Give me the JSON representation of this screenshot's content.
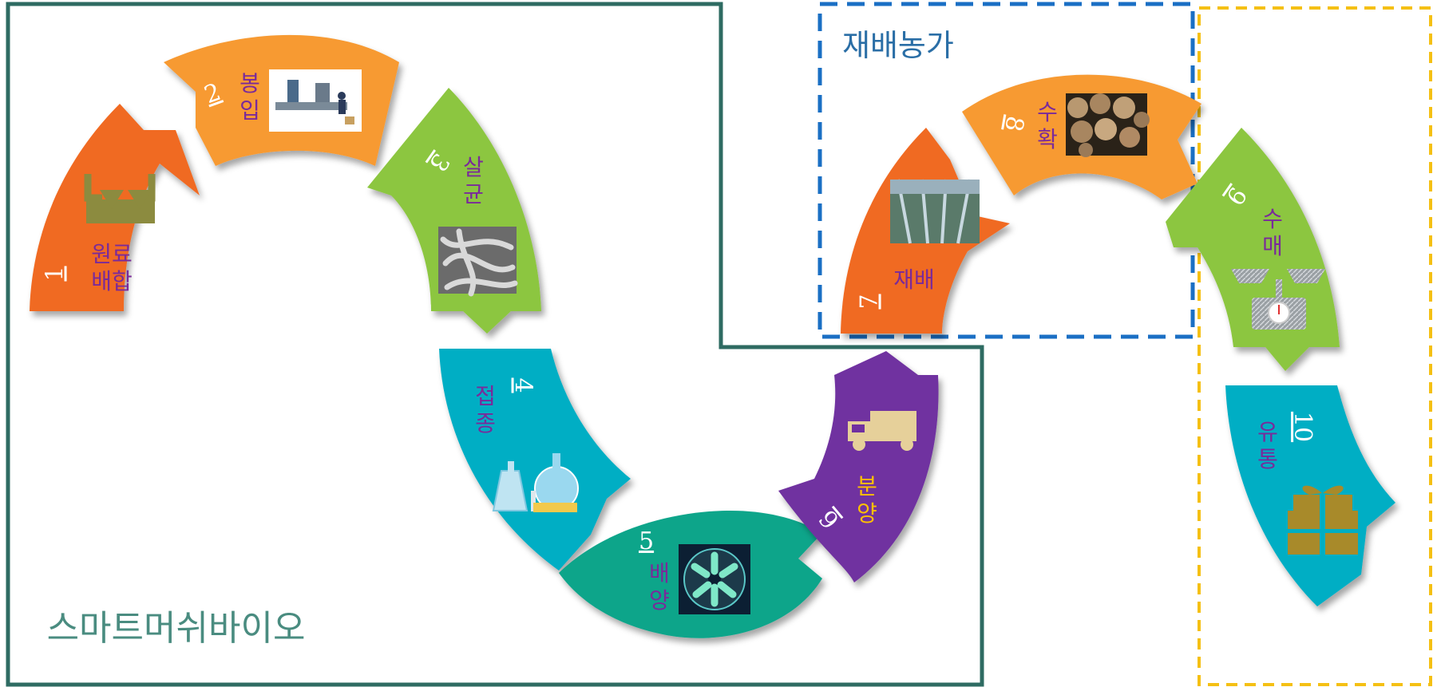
{
  "colors": {
    "company_box": "#2e6b62",
    "farm_box": "#1a6fc4",
    "market_box": "#f5c014",
    "orange_dark": "#f06a22",
    "orange_light": "#f79a33",
    "green": "#8cc63f",
    "teal_blue": "#00aec4",
    "teal_green": "#0aa58a",
    "purple": "#7030a0",
    "label_purple": "#7a2a9a",
    "label_yellow": "#ffc000",
    "title_green": "#4a8c80",
    "title_blue": "#2a6ea6"
  },
  "groups": {
    "company_label": "스마트머쉬바이오",
    "farm_label": "재배농가"
  },
  "steps": [
    {
      "number": "1",
      "label_lines": [
        "원료",
        "배합"
      ],
      "icon": "merge-arrows-icon"
    },
    {
      "number": "2",
      "label_lines": [
        "봉",
        "입"
      ],
      "icon": "packaging-line-image"
    },
    {
      "number": "3",
      "label_lines": [
        "살",
        "균"
      ],
      "icon": "microscope-bacteria-image"
    },
    {
      "number": "4",
      "label_lines": [
        "접",
        "종"
      ],
      "icon": "lab-flask-icon"
    },
    {
      "number": "5",
      "label_lines": [
        "배",
        "양"
      ],
      "icon": "petri-culture-image"
    },
    {
      "number": "6",
      "label_lines": [
        "분",
        "양"
      ],
      "icon": "delivery-truck-icon"
    },
    {
      "number": "7",
      "label_lines": [
        "재배"
      ],
      "icon": "greenhouse-image"
    },
    {
      "number": "8",
      "label_lines": [
        "수",
        "확"
      ],
      "icon": "mushrooms-image"
    },
    {
      "number": "9",
      "label_lines": [
        "수",
        "매"
      ],
      "icon": "scale-icon"
    },
    {
      "number": "10",
      "label_lines": [
        "유",
        "통"
      ],
      "icon": "gift-box-icon"
    }
  ]
}
